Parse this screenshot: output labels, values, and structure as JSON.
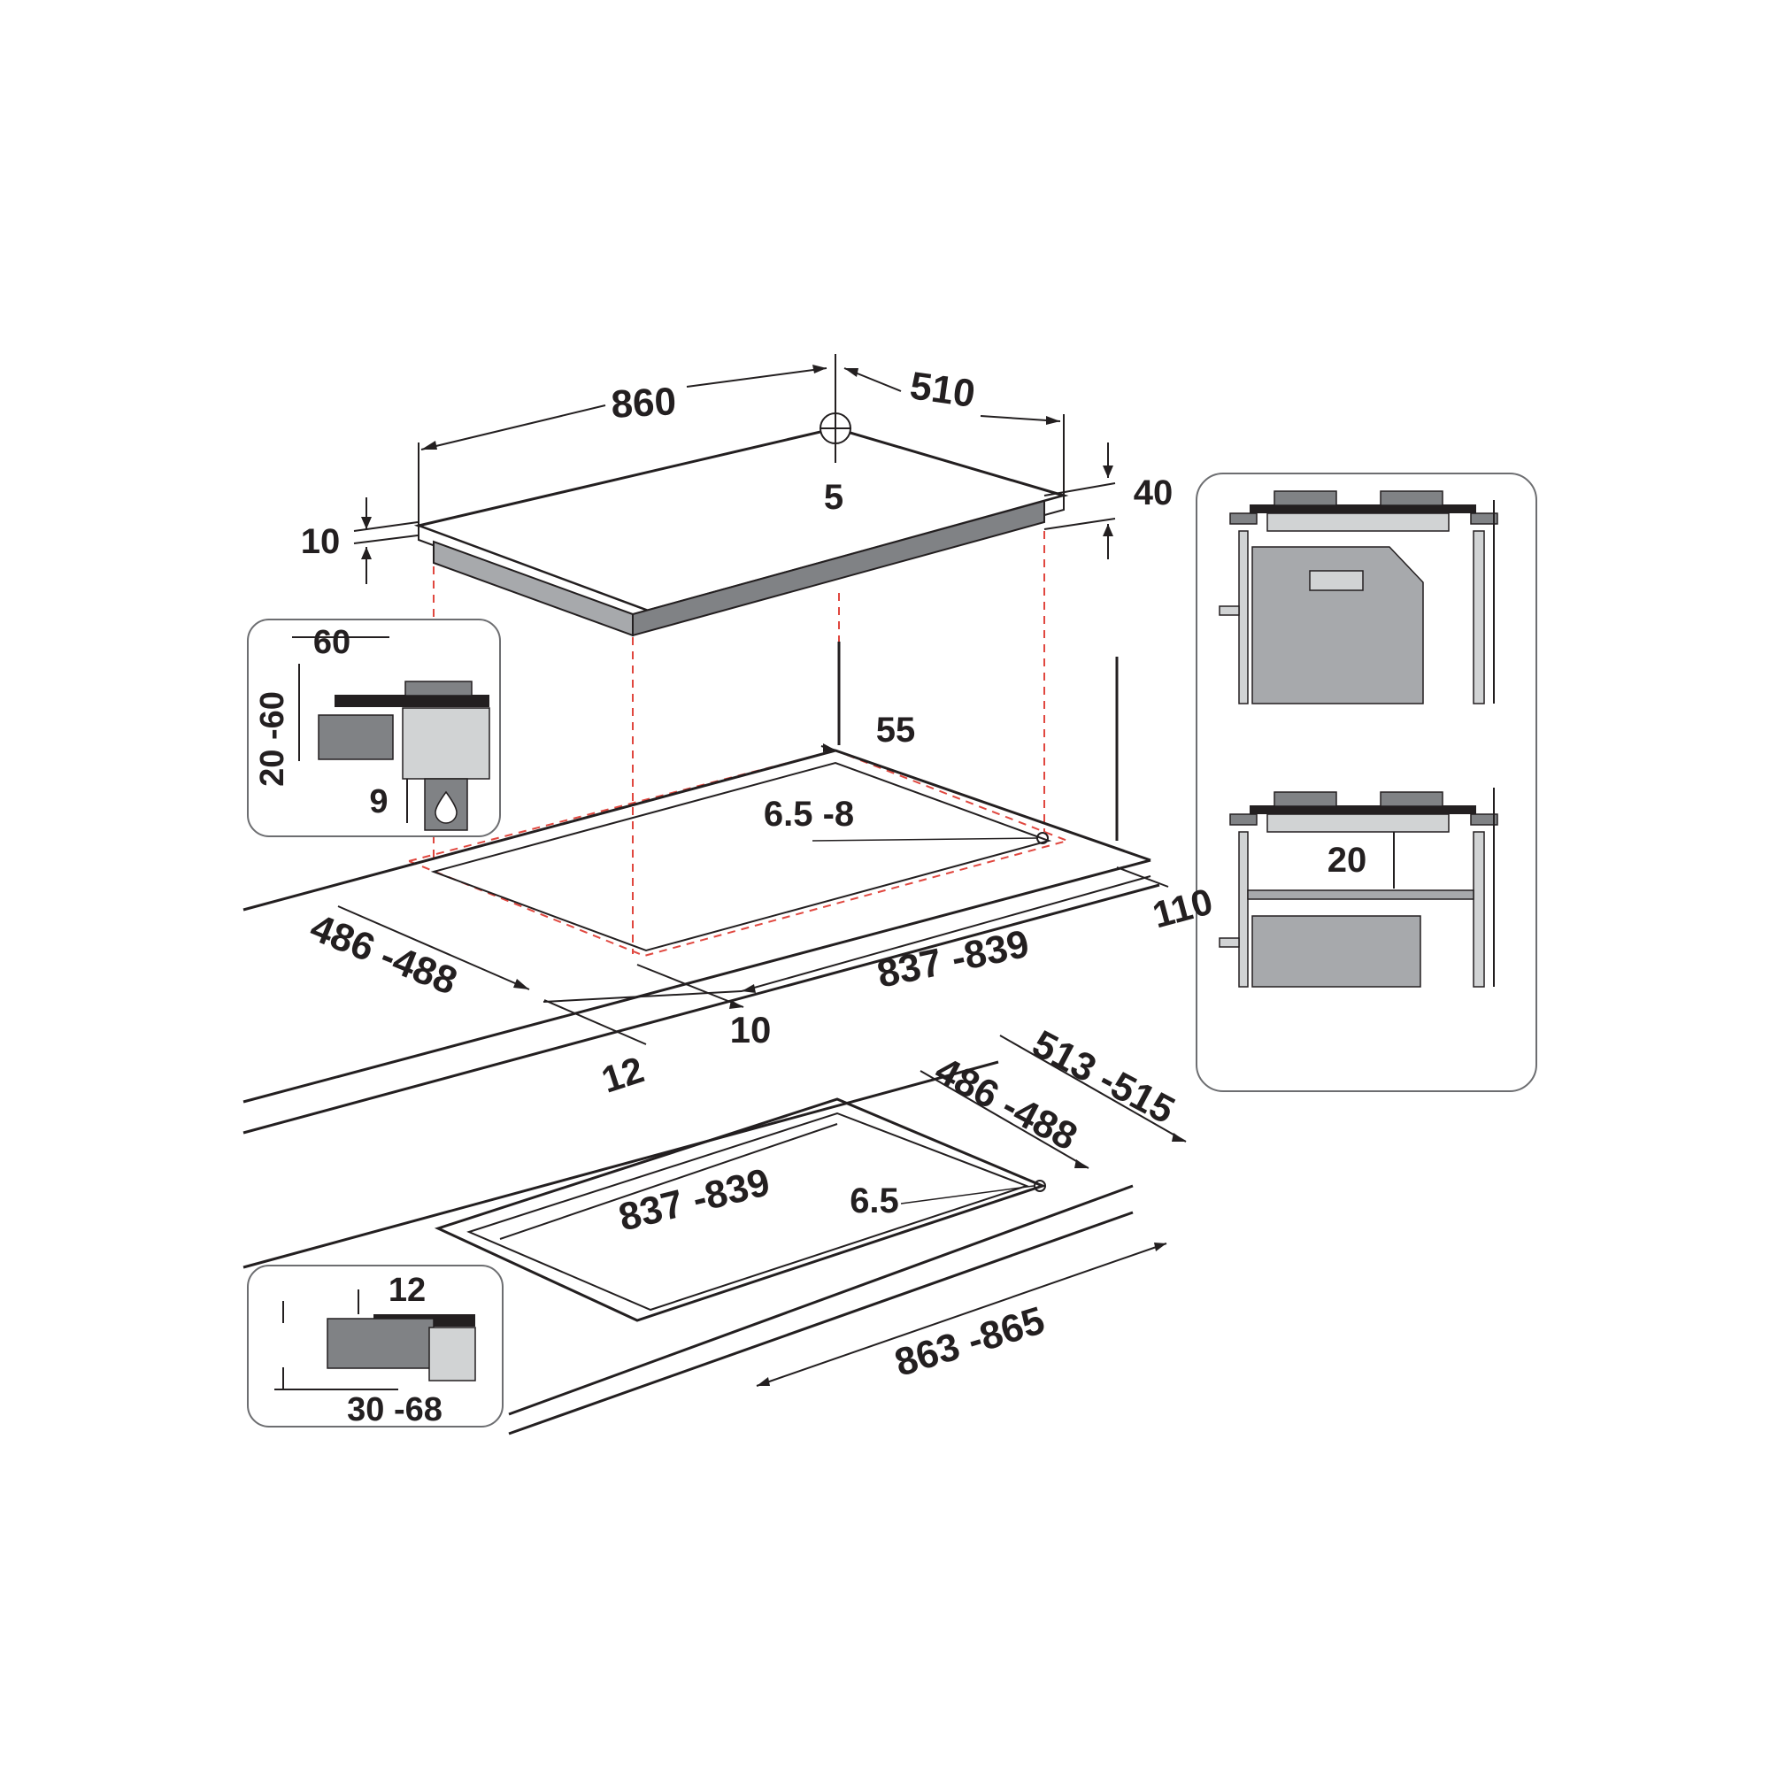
{
  "colors": {
    "ink": "#231f20",
    "red_guide": "#e0473f",
    "grey_fill": "#a7a9ac",
    "dark_grey": "#808285",
    "panel_border": "#6d6e71",
    "light_fill": "#d1d3d4"
  },
  "icons": [
    "gas-drop-icon",
    "burner-icon"
  ],
  "hob": {
    "width": "860",
    "depth": "510",
    "corner_hole": "5",
    "thickness": "10",
    "height": "40"
  },
  "cutout": {
    "back_offset": "55",
    "screw_hole": "6.5 -8",
    "side_gap": "110",
    "depth": "486 -488",
    "width": "837 -839",
    "front_offset": "10",
    "front_edge": "12"
  },
  "inset_gas": {
    "top": "60",
    "side": "20 -60",
    "bottom": "9"
  },
  "flush": {
    "outer_depth": "513 -515",
    "inner_depth": "486 -488",
    "inner_width": "837 -839",
    "screw_hole": "6.5",
    "outer_width": "863 -865"
  },
  "inset_flush": {
    "step": "12",
    "thickness": "30 -68"
  },
  "side_panel": {
    "gap": "20"
  }
}
